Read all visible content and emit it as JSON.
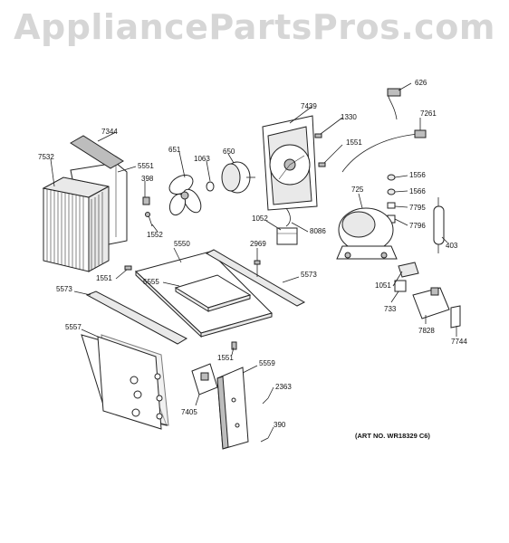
{
  "watermark": "AppliancePartsPros.com",
  "art_number": "(ART NO. WR18329 C6)",
  "labels": {
    "p626": "626",
    "p7439": "7439",
    "p1330": "1330",
    "p7261": "7261",
    "p7344": "7344",
    "p651": "651",
    "p650": "650",
    "p1551a": "1551",
    "p7532": "7532",
    "p5551": "5551",
    "p1063": "1063",
    "p398": "398",
    "p1556": "1556",
    "p1566": "1566",
    "p725": "725",
    "p7795": "7795",
    "p7796": "7796",
    "p1052": "1052",
    "p8086": "8086",
    "p1552": "1552",
    "p403": "403",
    "p5550": "5550",
    "p2969": "2969",
    "p1551b": "1551",
    "p5555": "5555",
    "p5573a": "5573",
    "p5573b": "5573",
    "p1051": "1051",
    "p733": "733",
    "p5557": "5557",
    "p7828": "7828",
    "p7744": "7744",
    "p1551c": "1551",
    "p5559": "5559",
    "p2363": "2363",
    "p7405": "7405",
    "p390": "390"
  }
}
